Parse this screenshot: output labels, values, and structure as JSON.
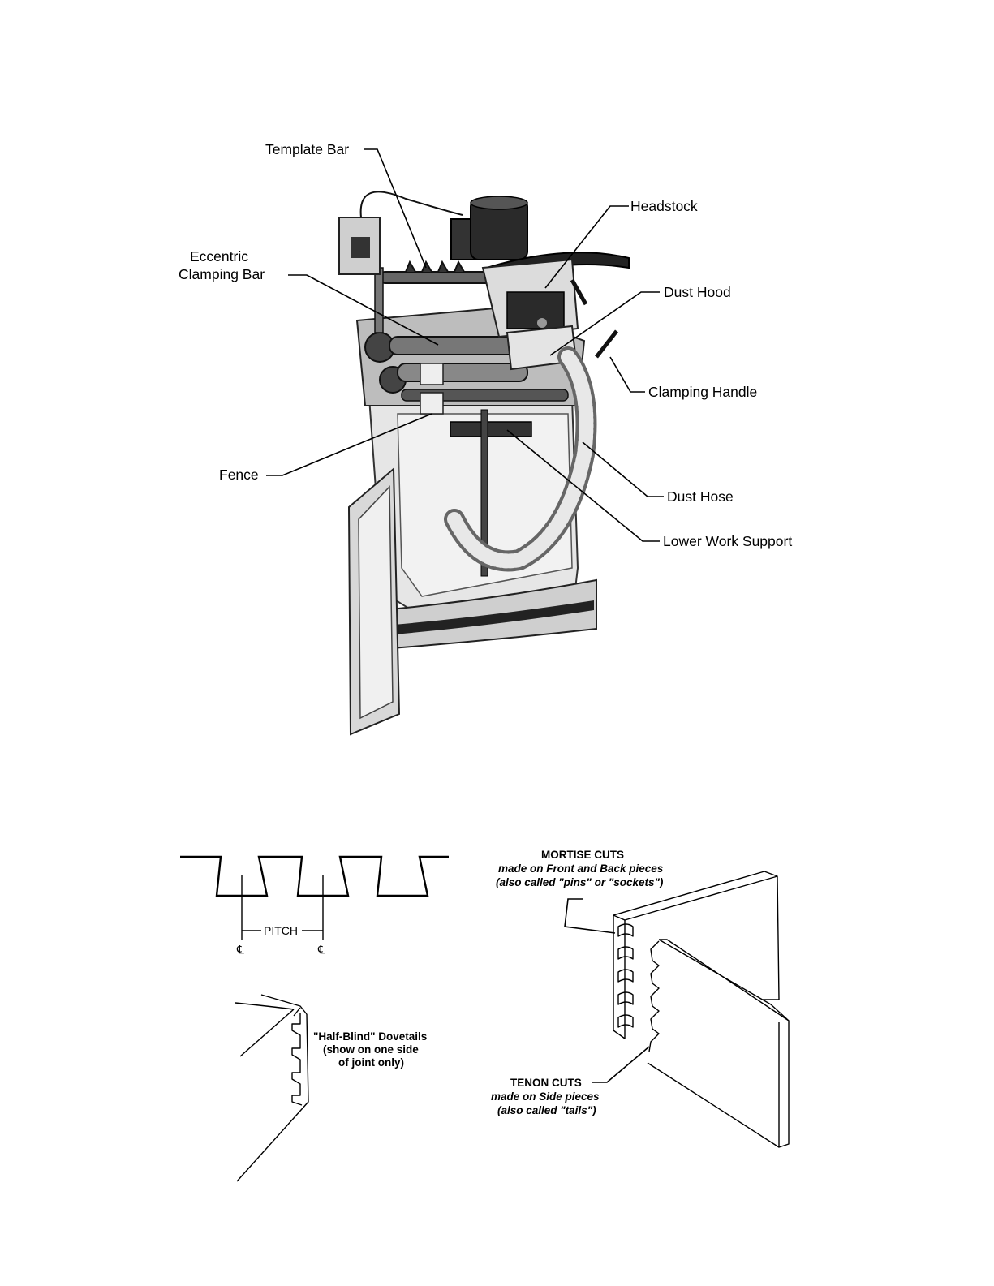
{
  "machine_labels": {
    "template_bar": "Template Bar",
    "headstock": "Headstock",
    "eccentric_line1": "Eccentric",
    "eccentric_line2": "Clamping Bar",
    "dust_hood": "Dust Hood",
    "clamping_handle": "Clamping Handle",
    "fence": "Fence",
    "dust_hose": "Dust Hose",
    "lower_work_support": "Lower Work Support"
  },
  "pitch_diagram": {
    "pitch": "PITCH",
    "centerline_symbol": "℄"
  },
  "half_blind": {
    "line1": "\"Half-Blind\" Dovetails",
    "line2": "(show on one side",
    "line3": "of joint only)"
  },
  "mortise": {
    "line1": "MORTISE CUTS",
    "line2": "made on Front and Back pieces",
    "line3": "(also called \"pins\" or \"sockets\")"
  },
  "tenon": {
    "line1": "TENON CUTS",
    "line2": "made on Side pieces",
    "line3": "(also called \"tails\")"
  }
}
